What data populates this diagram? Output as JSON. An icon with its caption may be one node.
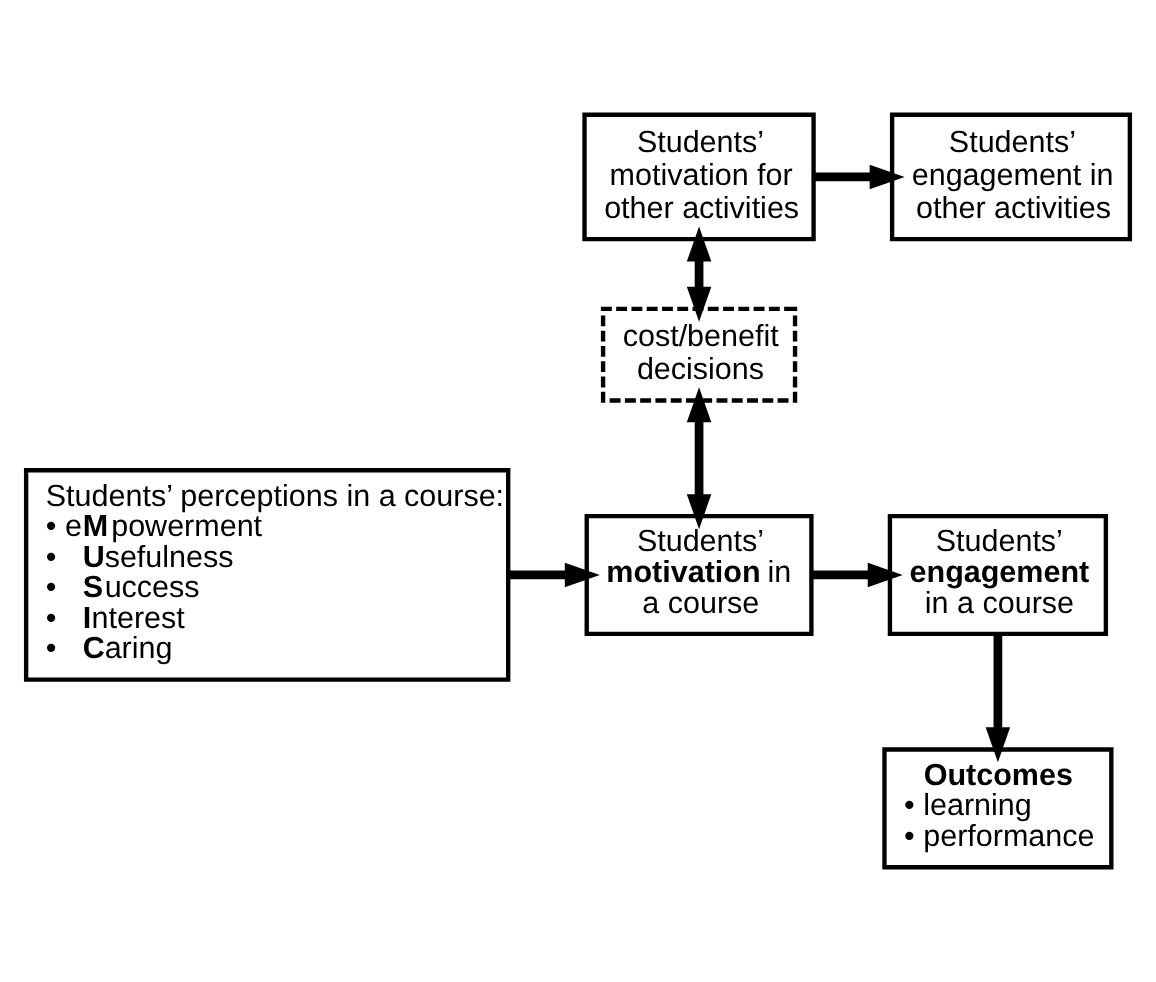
{
  "diagram": {
    "nodes": [
      {
        "text": [
          "Students’ motivation for other activities"
        ]
      },
      {
        "text": [
          "Students’ engagement in other activities"
        ]
      },
      {
        "text": [
          "cost/benefit decisions"
        ]
      },
      {
        "text": [
          "Students’ perceptions in a course:",
          "• e**M**powerment",
          "•   **U**sefulness",
          "•   **S**uccess",
          "•   **I**nterest",
          "•   **C**aring"
        ]
      },
      {
        "text": [
          "Students’ **motivation** in a course"
        ]
      },
      {
        "text": [
          "Students’ **engagement** in a course"
        ]
      },
      {
        "text": [
          "Outcomes",
          "• learning",
          "• performance"
        ]
      }
    ],
    "edges": [
      {
        "from": 0,
        "to": 1,
        "arrow": "to"
      },
      {
        "from": 0,
        "to": 2,
        "arrow": "both"
      },
      {
        "from": 2,
        "to": 4,
        "arrow": "both"
      },
      {
        "from": 3,
        "to": 4,
        "arrow": "to"
      },
      {
        "from": 4,
        "to": 5,
        "arrow": "to"
      },
      {
        "from": 5,
        "to": 6,
        "arrow": "to"
      }
    ]
  }
}
